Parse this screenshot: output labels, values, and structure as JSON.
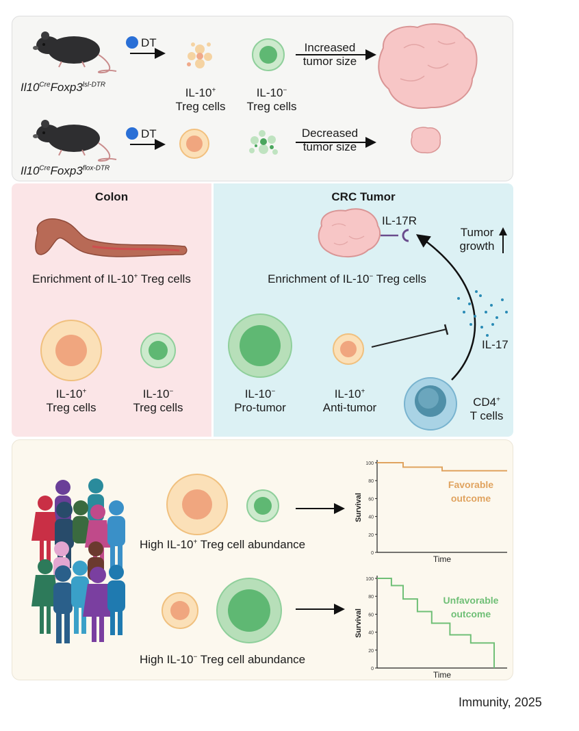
{
  "top_panel": {
    "row1": {
      "genotype_main": "Il10",
      "genotype_sup1": "Cre",
      "genotype_mid": "Foxp3",
      "genotype_sup2": "lsl-DTR",
      "treatment": "DT",
      "cell_a_line1": "IL-10",
      "cell_a_sup": "+",
      "cell_a_line2": "Treg cells",
      "cell_b_line1": "IL-10",
      "cell_b_sup": "−",
      "cell_b_line2": "Treg cells",
      "outcome_line1": "Increased",
      "outcome_line2": "tumor size"
    },
    "row2": {
      "genotype_main": "Il10",
      "genotype_sup1": "Cre",
      "genotype_mid": "Foxp3",
      "genotype_sup2": "flox-DTR",
      "treatment": "DT",
      "outcome_line1": "Decreased",
      "outcome_line2": "tumor size"
    }
  },
  "colon_panel": {
    "title": "Colon",
    "enrichment_pre": "Enrichment of IL-10",
    "enrichment_sup": "+",
    "enrichment_post": " Treg cells",
    "cell_a_line1": "IL-10",
    "cell_a_sup": "+",
    "cell_a_line2": "Treg cells",
    "cell_b_line1": "IL-10",
    "cell_b_sup": "−",
    "cell_b_line2": "Treg cells"
  },
  "crc_panel": {
    "title": "CRC Tumor",
    "receptor_label": "IL-17R",
    "growth_line1": "Tumor",
    "growth_line2": "growth",
    "enrichment_pre": "Enrichment of IL-10",
    "enrichment_sup": "−",
    "enrichment_post": "  Treg cells",
    "cytokine_label": "IL-17",
    "cell_a_line1": "IL-10",
    "cell_a_sup": "−",
    "cell_a_line2": "Pro-tumor",
    "cell_b_line1": "IL-10",
    "cell_b_sup": "+",
    "cell_b_line2": "Anti-tumor",
    "cell_c_line1": "CD4",
    "cell_c_sup": "+",
    "cell_c_line2": "T cells"
  },
  "bottom_panel": {
    "row1_pre": "High IL-10",
    "row1_sup": "+",
    "row1_post": " Treg cell abundance",
    "row2_pre": "High IL-10",
    "row2_sup": "−",
    "row2_post": " Treg cell abundance"
  },
  "colors": {
    "il10_pos_cell": "#f8d7a8",
    "il10_neg_cell": "#8fcf9b",
    "cd4_cell": "#9fcbe0",
    "favorable": "#e0a35f",
    "unfavorable": "#6fbf76"
  },
  "chart_data": [
    {
      "type": "line",
      "title": "",
      "xlabel": "Time",
      "ylabel": "Survival",
      "ylim": [
        0,
        100
      ],
      "yticks": [
        "0",
        "20",
        "40",
        "60",
        "80",
        "100"
      ],
      "annotation_line1": "Favorable",
      "annotation_line2": "outcome",
      "series": [
        {
          "x": [
            0,
            0.2,
            0.2,
            0.5,
            0.5,
            1.0
          ],
          "values": [
            100,
            100,
            95,
            95,
            91,
            91
          ]
        }
      ]
    },
    {
      "type": "line",
      "title": "",
      "xlabel": "Time",
      "ylabel": "Survival",
      "ylim": [
        0,
        100
      ],
      "yticks": [
        "0",
        "20",
        "40",
        "60",
        "80",
        "100"
      ],
      "annotation_line1": "Unfavorable",
      "annotation_line2": "outcome",
      "series": [
        {
          "x": [
            0,
            0.11,
            0.11,
            0.2,
            0.2,
            0.31,
            0.31,
            0.42,
            0.42,
            0.56,
            0.56,
            0.72,
            0.72,
            0.9,
            0.9
          ],
          "values": [
            100,
            100,
            92,
            92,
            77,
            77,
            63,
            63,
            50,
            50,
            37,
            37,
            28,
            28,
            0
          ]
        }
      ]
    }
  ],
  "citation": "Immunity, 2025"
}
